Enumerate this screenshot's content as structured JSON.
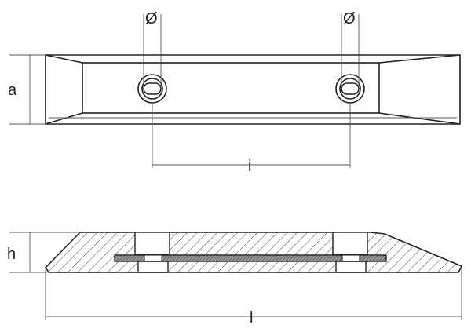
{
  "labels": {
    "diameter_left": "Ø",
    "diameter_right": "Ø",
    "height_a": "a",
    "hole_spacing": "i",
    "thickness_h": "h",
    "length_l": "l"
  },
  "colors": {
    "line": "#222222",
    "dimension_line": "#555555",
    "hatch": "#444444",
    "plate_fill": "#777777",
    "background": "#ffffff"
  }
}
